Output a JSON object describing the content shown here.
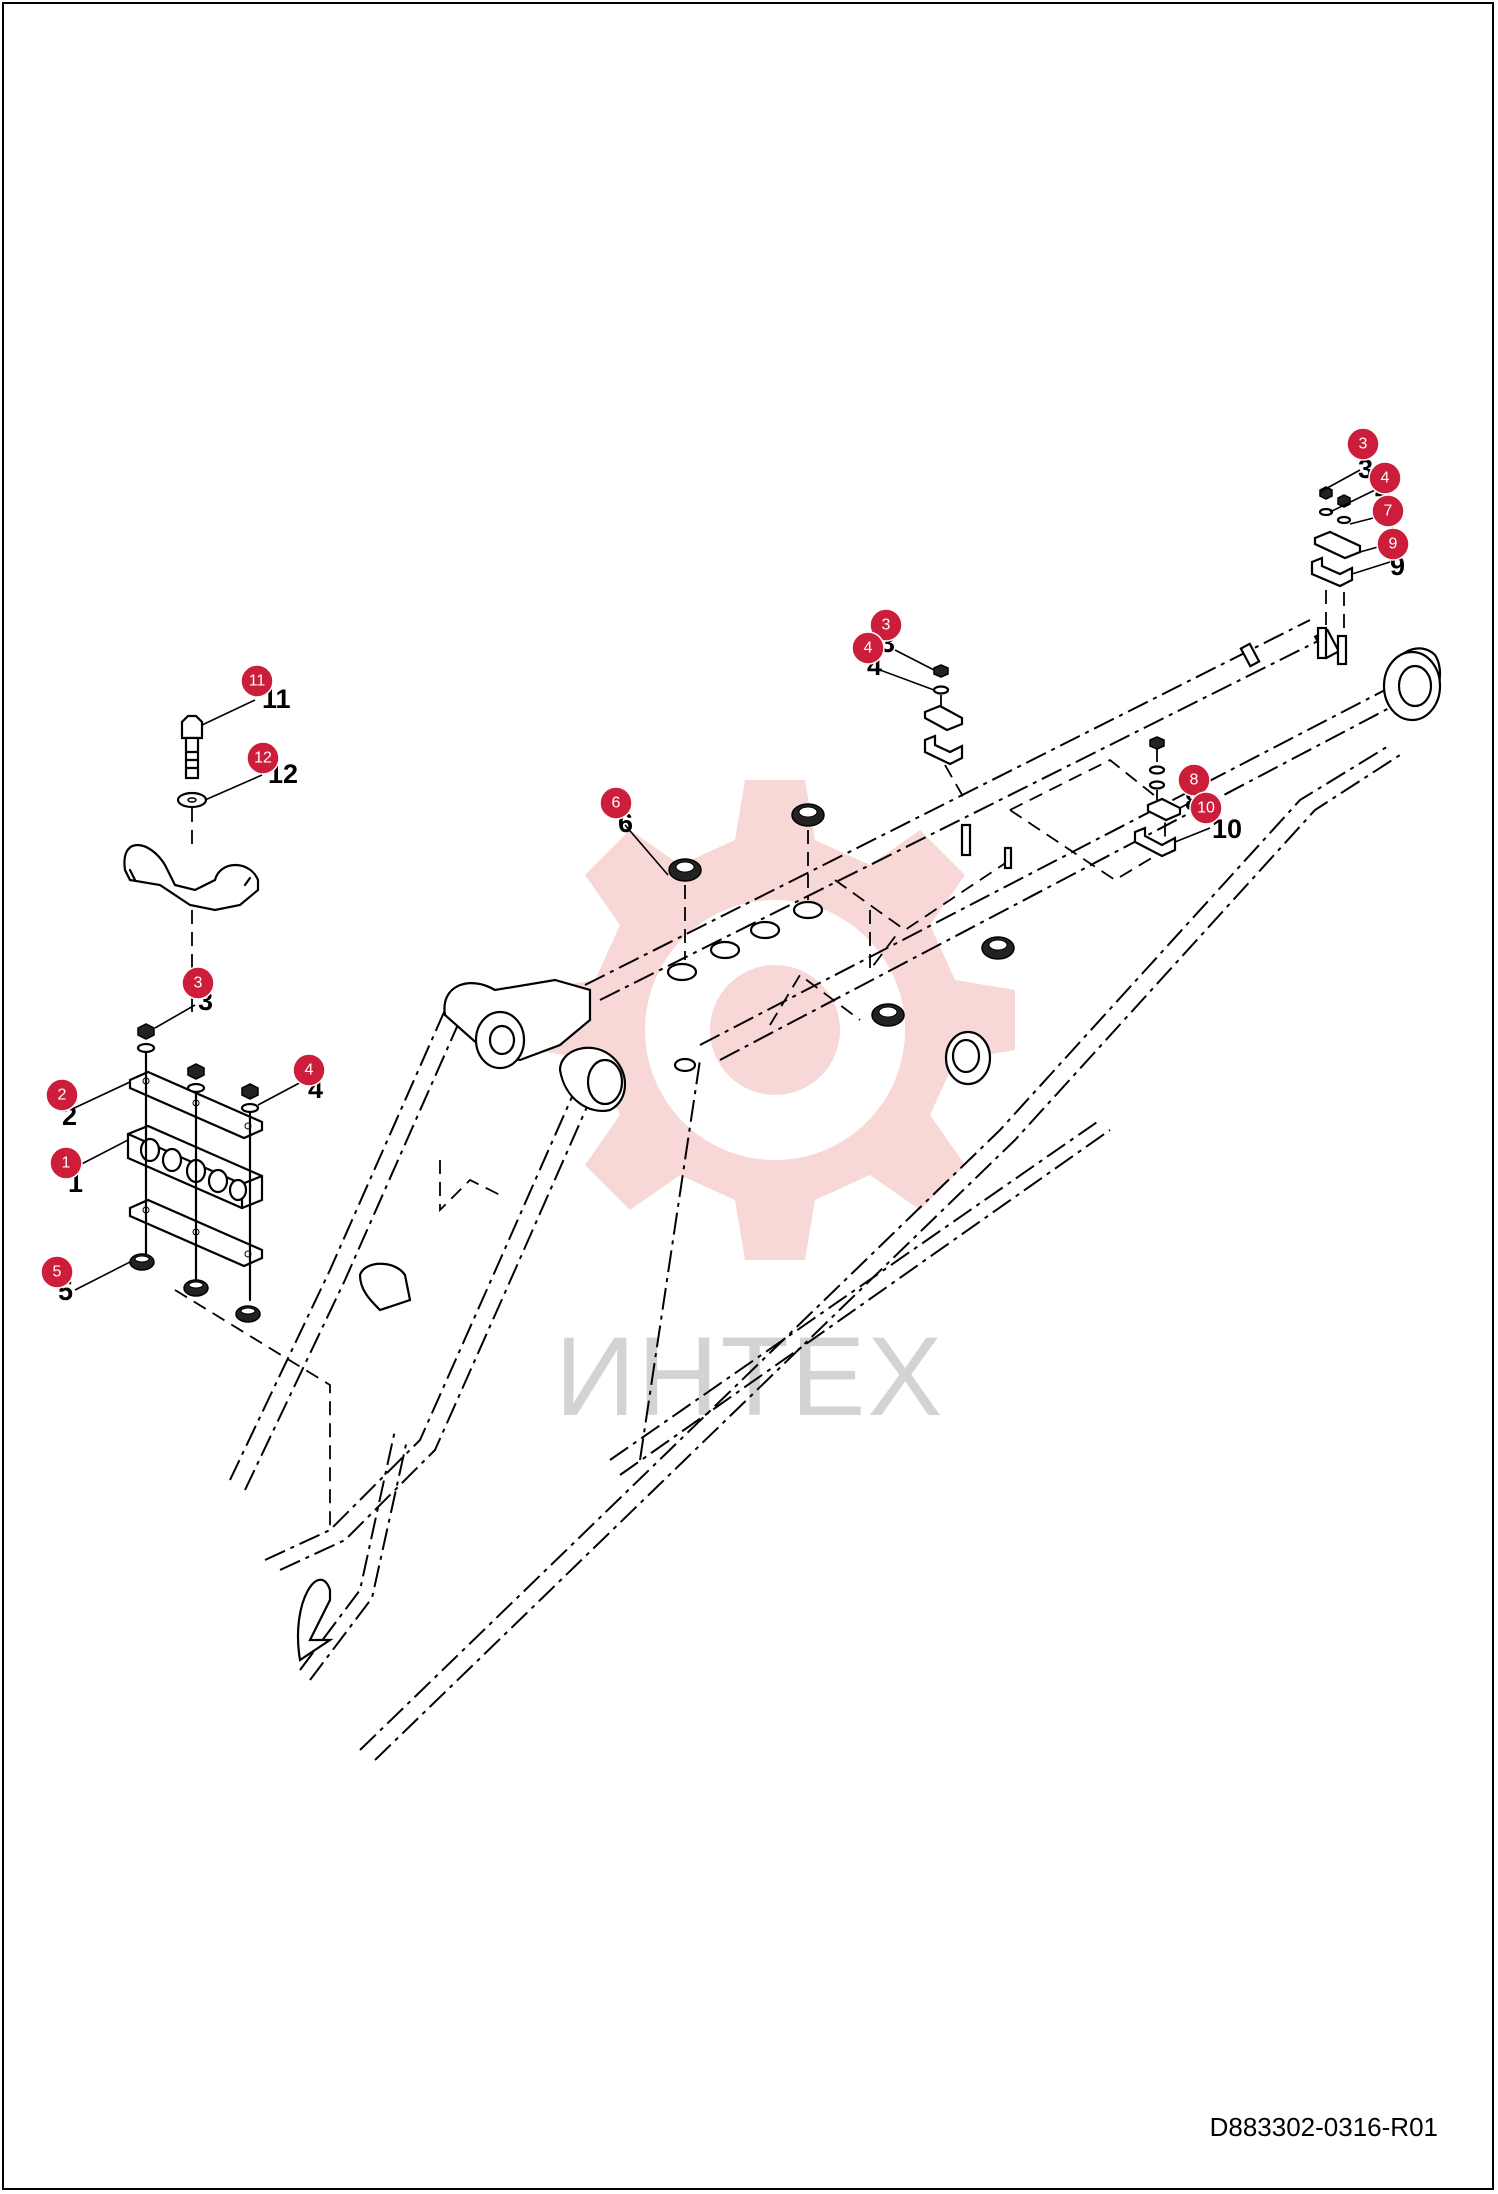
{
  "watermark": {
    "text": "ИНТЕХ",
    "gear_color": "#f3b6b6"
  },
  "drawing_code": "D883302-0316-R01",
  "badge_color": "#cc1d3a",
  "callouts": [
    {
      "id": "c11",
      "badge": "11",
      "label": "11"
    },
    {
      "id": "c12",
      "badge": "12",
      "label": "12"
    },
    {
      "id": "c3a",
      "badge": "3",
      "label": "3"
    },
    {
      "id": "c2",
      "badge": "2",
      "label": "2"
    },
    {
      "id": "c4a",
      "badge": "4",
      "label": "4"
    },
    {
      "id": "c1",
      "badge": "1",
      "label": "1"
    },
    {
      "id": "c5",
      "badge": "5",
      "label": "5"
    },
    {
      "id": "c6",
      "badge": "6",
      "label": "6"
    },
    {
      "id": "c3b",
      "badge": "3",
      "label": "3"
    },
    {
      "id": "c4b",
      "badge": "4",
      "label": "4"
    },
    {
      "id": "c8",
      "badge": "8",
      "label": "8"
    },
    {
      "id": "c10",
      "badge": "10",
      "label": "10"
    },
    {
      "id": "c3c",
      "badge": "3",
      "label": "3"
    },
    {
      "id": "c4c",
      "badge": "4",
      "label": "4"
    },
    {
      "id": "c7",
      "badge": "7",
      "label": "7"
    },
    {
      "id": "c9",
      "badge": "9",
      "label": "9"
    }
  ]
}
